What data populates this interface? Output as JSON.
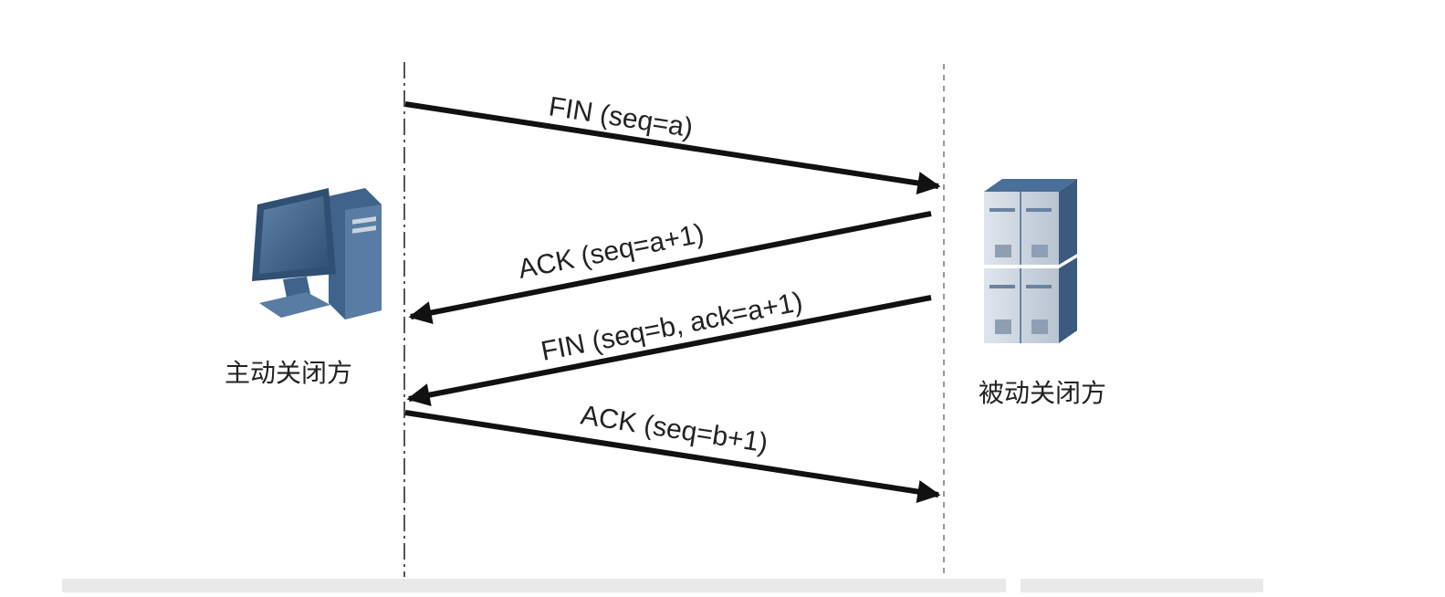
{
  "parties": {
    "active": {
      "label": "主动关闭方",
      "icon": "desktop-computer-icon"
    },
    "passive": {
      "label": "被动关闭方",
      "icon": "server-rack-icon"
    }
  },
  "messages": [
    {
      "label": "FIN (seq=a)",
      "direction": "active-to-passive"
    },
    {
      "label": "ACK (seq=a+1)",
      "direction": "passive-to-active"
    },
    {
      "label": "FIN (seq=b, ack=a+1)",
      "direction": "passive-to-active"
    },
    {
      "label": "ACK (seq=b+1)",
      "direction": "active-to-passive"
    }
  ],
  "colors": {
    "arrow": "#111111",
    "lifeline": "#555555",
    "text": "#222222",
    "device_blue": "#4a6f98",
    "device_dark": "#2f4f73",
    "device_light": "#c9d3de"
  }
}
